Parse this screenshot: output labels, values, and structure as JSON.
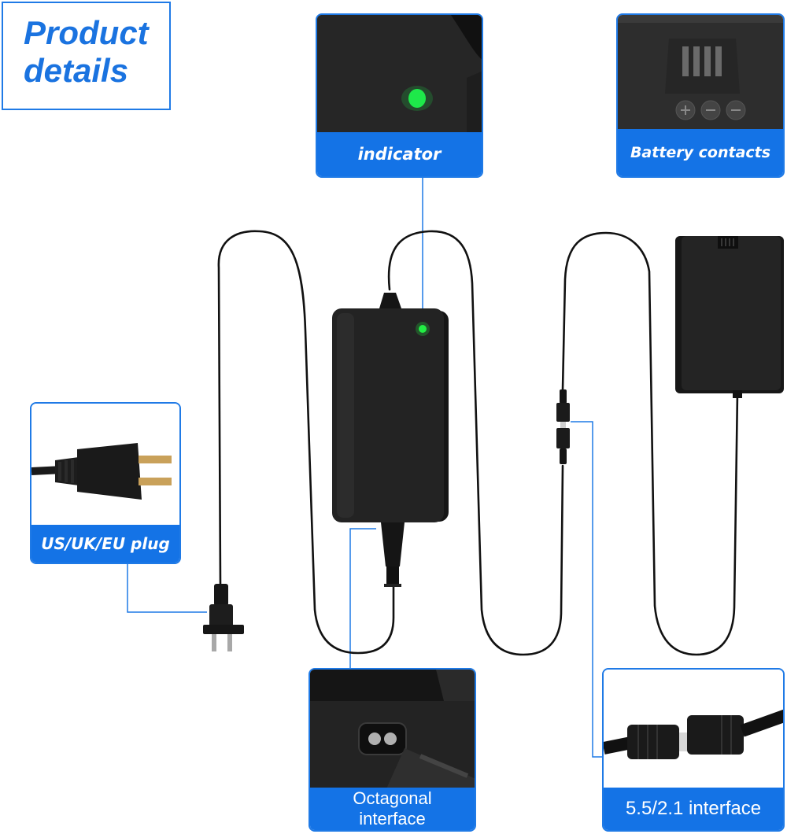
{
  "title": "Product\ndetails",
  "callouts": {
    "indicator": "indicator",
    "battery_contacts": "Battery contacts",
    "plug": "US/UK/EU plug",
    "octagonal": "Octagonal\ninterface",
    "dc_interface": "5.5/2.1 interface"
  },
  "colors": {
    "accent_blue": "#1473e6",
    "led_green": "#1ee84a",
    "device_black": "#1c1c1c"
  },
  "icons": [
    "power-adapter",
    "green-led",
    "dummy-battery",
    "two-pin-plug",
    "dc-barrel-connector",
    "octagonal-port"
  ]
}
